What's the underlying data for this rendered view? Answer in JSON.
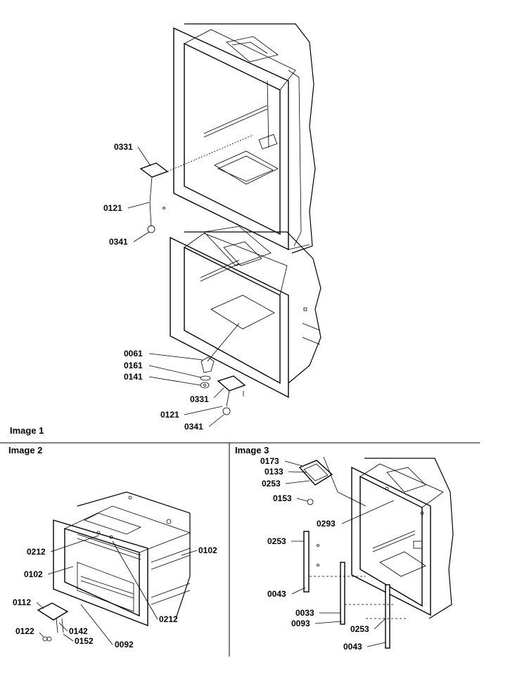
{
  "header": {
    "corner_text": ""
  },
  "captions": {
    "image1": "Image 1",
    "image2": "Image 2",
    "image3": "Image 3"
  },
  "image1_labels": {
    "hinge_upper": "0331",
    "cable_upper": "0121",
    "screw_upper": "0341",
    "bushing": "0061",
    "washer1": "0161",
    "washer2": "0141",
    "hinge_lower": "0331",
    "cable_lower": "0121",
    "screw_lower": "0341"
  },
  "image2_labels": {
    "bracket_left": "0212",
    "rail_right": "0102",
    "rail_left": "0102",
    "bracket_right": "0212",
    "hinge": "0112",
    "screw": "0122",
    "clip1": "0142",
    "clip2": "0152",
    "pan": "0092"
  },
  "image3_labels": {
    "cover": "0173",
    "hinge_plate": "0133",
    "bracket_top": "0253",
    "screw_top": "0153",
    "latch": "0293",
    "bracket_mid": "0253",
    "rail_left": "0043",
    "rail_center": "0033",
    "rail_inner": "0093",
    "bracket_low": "0253",
    "rail_right": "0043"
  }
}
